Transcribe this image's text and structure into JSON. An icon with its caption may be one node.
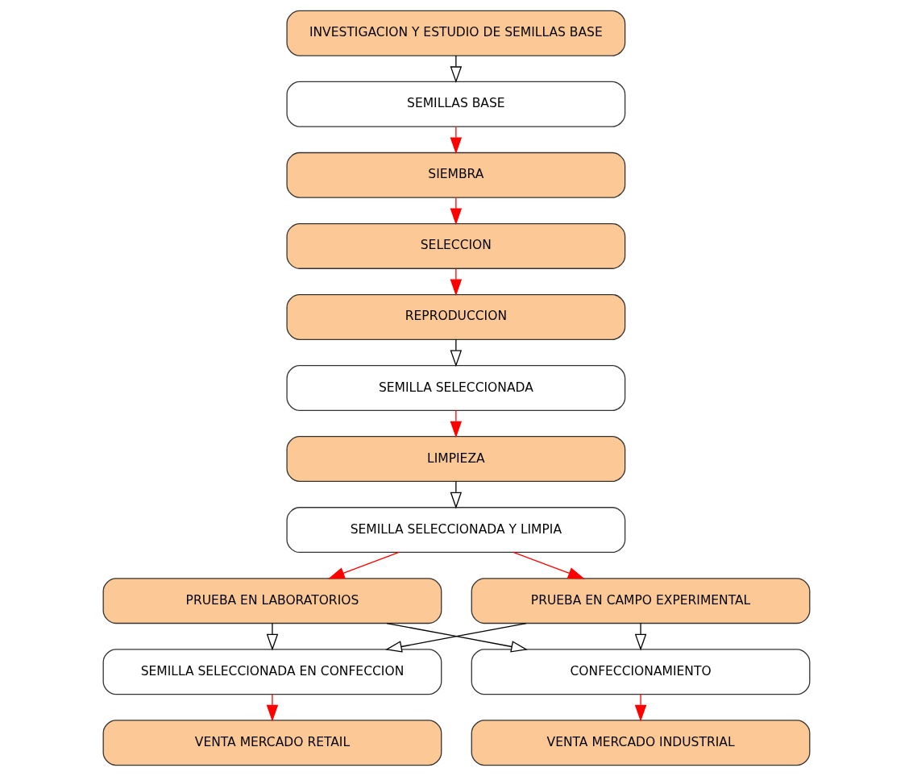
{
  "diagram": {
    "nodes": [
      {
        "text": [
          "INVESTIGACION Y ESTUDIO DE SEMILLAS BASE"
        ]
      },
      {
        "text": [
          "SEMILLAS BASE"
        ]
      },
      {
        "text": [
          "SIEMBRA"
        ]
      },
      {
        "text": [
          "SELECCION"
        ]
      },
      {
        "text": [
          "REPRODUCCION"
        ]
      },
      {
        "text": [
          "SEMILLA SELECCIONADA"
        ]
      },
      {
        "text": [
          "LIMPIEZA"
        ]
      },
      {
        "text": [
          "SEMILLA SELECCIONADA Y LIMPIA"
        ]
      },
      {
        "text": [
          "PRUEBA EN LABORATORIOS"
        ]
      },
      {
        "text": [
          "PRUEBA EN CAMPO EXPERIMENTAL"
        ]
      },
      {
        "text": [
          "SEMILLA SELECCIONADA EN CONFECCION"
        ]
      },
      {
        "text": [
          "CONFECCIONAMIENTO"
        ]
      },
      {
        "text": [
          "VENTA MERCADO RETAIL"
        ]
      },
      {
        "text": [
          "VENTA MERCADO INDUSTRIAL"
        ]
      }
    ],
    "edges": [
      {
        "from": 0,
        "to": 1,
        "arrow": "to",
        "color": "#000000"
      },
      {
        "from": 1,
        "to": 2,
        "arrow": "to",
        "color": "#ff0000"
      },
      {
        "from": 2,
        "to": 3,
        "arrow": "to",
        "color": "#ff0000"
      },
      {
        "from": 3,
        "to": 4,
        "arrow": "to",
        "color": "#ff0000"
      },
      {
        "from": 4,
        "to": 5,
        "arrow": "to",
        "color": "#000000"
      },
      {
        "from": 5,
        "to": 6,
        "arrow": "to",
        "color": "#ff0000"
      },
      {
        "from": 6,
        "to": 7,
        "arrow": "to",
        "color": "#000000"
      },
      {
        "from": 7,
        "to": 8,
        "arrow": "to",
        "color": "#ff0000"
      },
      {
        "from": 7,
        "to": 9,
        "arrow": "to",
        "color": "#ff0000"
      },
      {
        "from": 8,
        "to": 10,
        "arrow": "to",
        "color": "#000000"
      },
      {
        "from": 8,
        "to": 11,
        "arrow": "to",
        "color": "#000000"
      },
      {
        "from": 9,
        "to": 10,
        "arrow": "to",
        "color": "#000000"
      },
      {
        "from": 9,
        "to": 11,
        "arrow": "to",
        "color": "#000000"
      },
      {
        "from": 10,
        "to": 12,
        "arrow": "to",
        "color": "#ff0000"
      },
      {
        "from": 11,
        "to": 13,
        "arrow": "to",
        "color": "#ff0000"
      }
    ]
  }
}
